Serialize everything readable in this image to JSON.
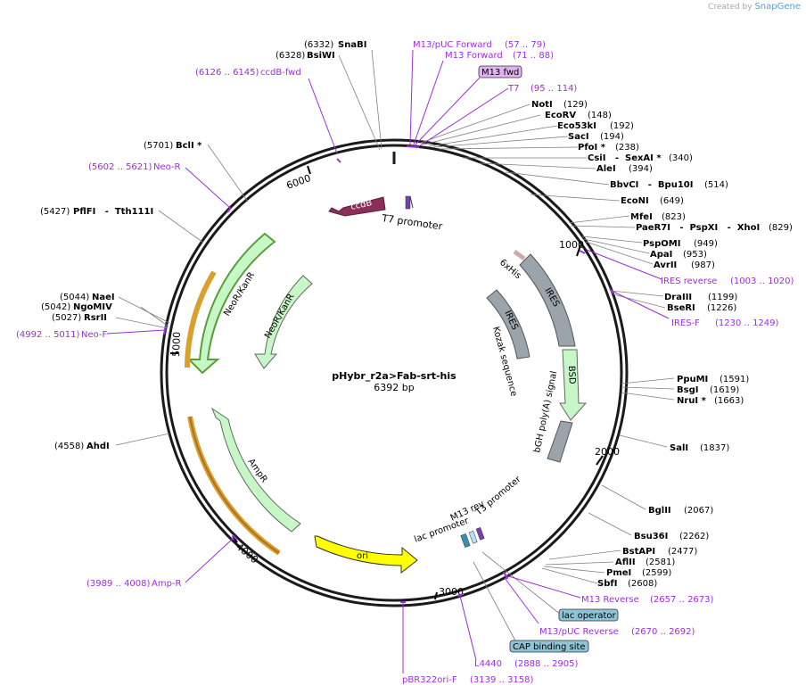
{
  "credit": {
    "created_by": "Created by",
    "brand": "SnapGene"
  },
  "map": {
    "name": "pHybr_r2a>Fab-srt-his",
    "size": "6392 bp",
    "total_bp": 6392
  },
  "ticks": [
    "1000",
    "2000",
    "3000",
    "4000",
    "5000",
    "6000"
  ],
  "colors": {
    "backbone": "#1a1a1a",
    "enzyme_text": "#000000",
    "feature_label": "#9b30d9",
    "ccdB": "#8b2f5a",
    "resistance": "#c7f7c7",
    "ori": "#ffff00",
    "ires": "#9ba3ab",
    "primer_outline": "#d9a030",
    "lac_operator_box": "#8fc4d6"
  },
  "enzymes": [
    {
      "name": "SnaBI",
      "pos": "(6332)",
      "side": "left"
    },
    {
      "name": "BsiWI",
      "pos": "(6328)",
      "side": "left"
    },
    {
      "name": "BclI *",
      "pos": "(5701)",
      "side": "left"
    },
    {
      "name": "PflFI   -  Tth111I",
      "pos": "(5427)",
      "side": "left"
    },
    {
      "name": "NaeI",
      "pos": "(5044)",
      "side": "left"
    },
    {
      "name": "NgoMIV",
      "pos": "(5042)",
      "side": "left"
    },
    {
      "name": "RsrII",
      "pos": "(5027)",
      "side": "left"
    },
    {
      "name": "AhdI",
      "pos": "(4558)",
      "side": "left"
    },
    {
      "name": "NotI",
      "pos": "(129)",
      "side": "right"
    },
    {
      "name": "EcoRV",
      "pos": "(148)",
      "side": "right"
    },
    {
      "name": "Eco53kI",
      "pos": "(192)",
      "side": "right"
    },
    {
      "name": "SacI",
      "pos": "(194)",
      "side": "right"
    },
    {
      "name": "PfoI *",
      "pos": "(238)",
      "side": "right"
    },
    {
      "name": "CsiI   -  SexAI *",
      "pos": "(340)",
      "side": "right"
    },
    {
      "name": "AleI",
      "pos": "(394)",
      "side": "right"
    },
    {
      "name": "BbvCI   -  Bpu10I",
      "pos": "(514)",
      "side": "right"
    },
    {
      "name": "EcoNI",
      "pos": "(649)",
      "side": "right"
    },
    {
      "name": "MfeI",
      "pos": "(823)",
      "side": "right"
    },
    {
      "name": "PaeR7I   -  PspXI   -  XhoI",
      "pos": "(829)",
      "side": "right"
    },
    {
      "name": "PspOMI",
      "pos": "(949)",
      "side": "right"
    },
    {
      "name": "ApaI",
      "pos": "(953)",
      "side": "right"
    },
    {
      "name": "AvrII",
      "pos": "(987)",
      "side": "right"
    },
    {
      "name": "DraIII",
      "pos": "(1199)",
      "side": "right"
    },
    {
      "name": "BseRI",
      "pos": "(1226)",
      "side": "right"
    },
    {
      "name": "PpuMI",
      "pos": "(1591)",
      "side": "right"
    },
    {
      "name": "BsgI",
      "pos": "(1619)",
      "side": "right"
    },
    {
      "name": "NruI *",
      "pos": "(1663)",
      "side": "right"
    },
    {
      "name": "SalI",
      "pos": "(1837)",
      "side": "right"
    },
    {
      "name": "BglII",
      "pos": "(2067)",
      "side": "right"
    },
    {
      "name": "Bsu36I",
      "pos": "(2262)",
      "side": "right"
    },
    {
      "name": "BstAPI",
      "pos": "(2477)",
      "side": "right"
    },
    {
      "name": "AflII",
      "pos": "(2581)",
      "side": "right"
    },
    {
      "name": "PmeI",
      "pos": "(2599)",
      "side": "right"
    },
    {
      "name": "SbfI",
      "pos": "(2608)",
      "side": "right"
    }
  ],
  "primers": [
    {
      "name": "ccdB-fwd",
      "pos": "(6126 .. 6145)"
    },
    {
      "name": "Neo-R",
      "pos": "(5602 .. 5621)"
    },
    {
      "name": "Neo-F",
      "pos": "(4992 .. 5011)"
    },
    {
      "name": "Amp-R",
      "pos": "(3989 .. 4008)"
    },
    {
      "name": "M13/pUC Forward",
      "pos": "(57 .. 79)"
    },
    {
      "name": "M13 Forward",
      "pos": "(71 .. 88)"
    },
    {
      "name": "T7",
      "pos": "(95 .. 114)"
    },
    {
      "name": "IRES reverse",
      "pos": "(1003 .. 1020)"
    },
    {
      "name": "IRES-F",
      "pos": "(1230 .. 1249)"
    },
    {
      "name": "M13 Reverse",
      "pos": "(2657 .. 2673)"
    },
    {
      "name": "M13/pUC Reverse",
      "pos": "(2670 .. 2692)"
    },
    {
      "name": "L4440",
      "pos": "(2888 .. 2905)"
    },
    {
      "name": "pBR322ori-F",
      "pos": "(3139 .. 3158)"
    }
  ],
  "boxed_labels": [
    "M13 fwd",
    "lac operator",
    "CAP binding site"
  ],
  "features": [
    "ccdB",
    "T7 promoter",
    "6xHis",
    "IRES",
    "IRES",
    "Kozak sequence",
    "BSD",
    "bGH poly(A) signal",
    "NeoR/KanR",
    "NeoR/KanR",
    "AmpR",
    "ori",
    "lac promoter",
    "M13 rev",
    "T3 promoter"
  ]
}
